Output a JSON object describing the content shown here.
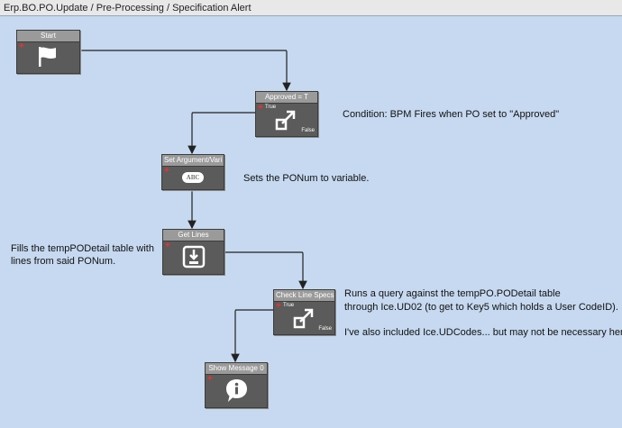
{
  "window": {
    "title": "Erp.BO.PO.Update / Pre-Processing / Specification Alert"
  },
  "nodes": {
    "start": {
      "title": "Start"
    },
    "approved": {
      "title": "Approved = T",
      "true_label": "True",
      "false_label": "False"
    },
    "set_argument": {
      "title": "Set Argument/Vari",
      "icon_text": "ABC"
    },
    "get_lines": {
      "title": "Get Lines"
    },
    "check_specs": {
      "title": "Check Line Specs",
      "true_label": "True",
      "false_label": "False"
    },
    "show_message": {
      "title": "Show Message 0"
    }
  },
  "notes": {
    "condition": "Condition:  BPM Fires when PO set to \"Approved\"",
    "sets": "Sets the PONum to variable.",
    "fills_1": "Fills the tempPODetail table with",
    "fills_2": "lines from said PONum.",
    "runs_1": "Runs a query against the tempPO.PODetail table",
    "runs_2": "through Ice.UD02 (to get to Key5 which holds a User CodeID).",
    "runs_3": "I've also included Ice.UDCodes... but may not be necessary here."
  }
}
